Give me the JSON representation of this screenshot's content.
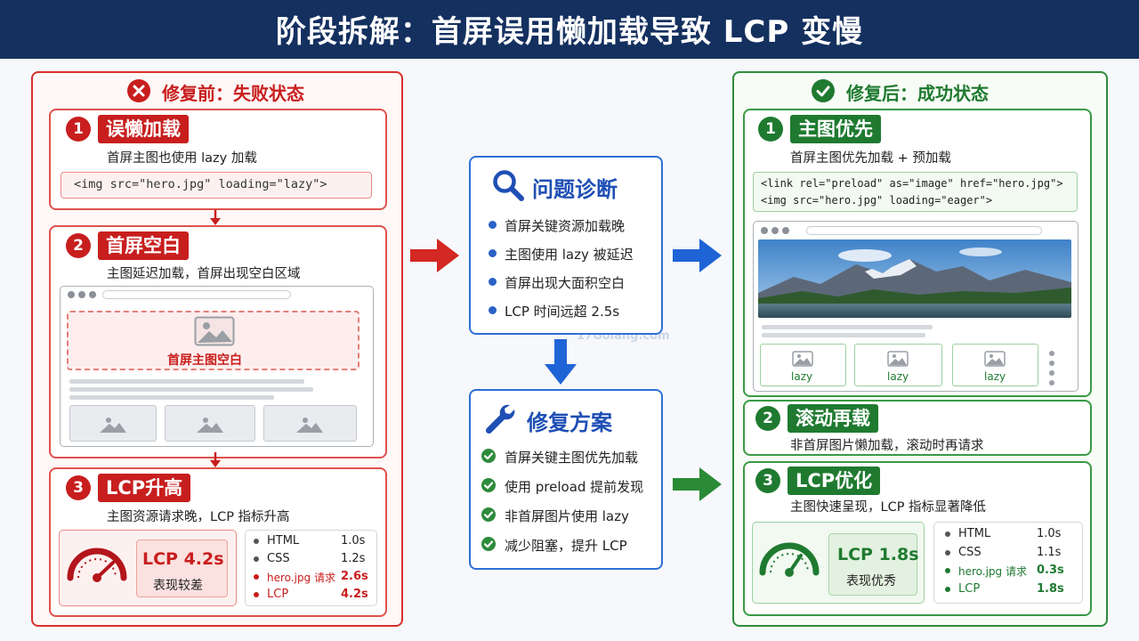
{
  "title": "阶段拆解：首屏误用懒加载导致 LCP 变慢",
  "watermark": "17Golang.com",
  "colors": {
    "red": "#c81e1e",
    "green": "#1f7a30",
    "blue": "#2a62c7",
    "navy": "#14305f"
  },
  "before": {
    "title": "修复前：失败状态",
    "step1": {
      "num": "1",
      "tag": "误懒加载",
      "desc": "首屏主图也使用 lazy 加载",
      "code": "<img src=\"hero.jpg\" loading=\"lazy\">"
    },
    "step2": {
      "num": "2",
      "tag": "首屏空白",
      "desc": "主图延迟加载，首屏出现空白区域",
      "placeholder": "首屏主图空白"
    },
    "step3": {
      "num": "3",
      "tag": "LCP升高",
      "desc": "主图资源请求晚，LCP 指标升高",
      "lcp": "LCP 4.2s",
      "rating": "表现较差",
      "metrics": [
        {
          "name": "HTML",
          "value": "1.0s",
          "highlight": false
        },
        {
          "name": "CSS",
          "value": "1.2s",
          "highlight": false
        },
        {
          "name": "hero.jpg 请求",
          "value": "2.6s",
          "highlight": true
        },
        {
          "name": "LCP",
          "value": "4.2s",
          "highlight": true
        }
      ]
    }
  },
  "diagnosis": {
    "title": "问题诊断",
    "items": [
      "首屏关键资源加载晚",
      "主图使用 lazy 被延迟",
      "首屏出现大面积空白",
      "LCP 时间远超 2.5s"
    ]
  },
  "solution": {
    "title": "修复方案",
    "items": [
      "首屏关键主图优先加载",
      "使用 preload 提前发现",
      "非首屏图片使用 lazy",
      "减少阻塞，提升 LCP"
    ]
  },
  "after": {
    "title": "修复后：成功状态",
    "step1": {
      "num": "1",
      "tag": "主图优先",
      "desc": "首屏主图优先加载 + 预加载",
      "code1": "<link rel=\"preload\" as=\"image\" href=\"hero.jpg\">",
      "code2": "<img src=\"hero.jpg\" loading=\"eager\">",
      "thumbs": [
        "lazy",
        "lazy",
        "lazy"
      ]
    },
    "step2": {
      "num": "2",
      "tag": "滚动再载",
      "desc": "非首屏图片懒加载，滚动时再请求"
    },
    "step3": {
      "num": "3",
      "tag": "LCP优化",
      "desc": "主图快速呈现，LCP 指标显著降低",
      "lcp": "LCP 1.8s",
      "rating": "表现优秀",
      "metrics": [
        {
          "name": "HTML",
          "value": "1.0s",
          "highlight": false
        },
        {
          "name": "CSS",
          "value": "1.1s",
          "highlight": false
        },
        {
          "name": "hero.jpg 请求",
          "value": "0.3s",
          "highlight": true
        },
        {
          "name": "LCP",
          "value": "1.8s",
          "highlight": true
        }
      ]
    }
  }
}
